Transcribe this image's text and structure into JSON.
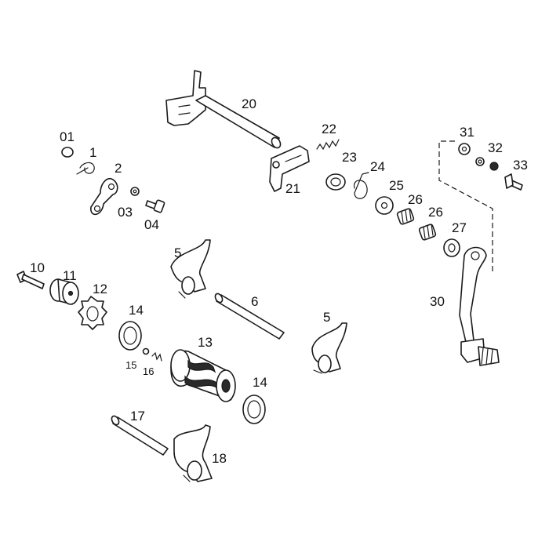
{
  "labels": {
    "p01": "01",
    "p1": "1",
    "p2": "2",
    "p03": "03",
    "p04": "04",
    "p5a": "5",
    "p5b": "5",
    "p6": "6",
    "p10": "10",
    "p11": "11",
    "p12": "12",
    "p13": "13",
    "p14a": "14",
    "p14b": "14",
    "p15": "15",
    "p16": "16",
    "p17": "17",
    "p18": "18",
    "p20": "20",
    "p21": "21",
    "p22": "22",
    "p23": "23",
    "p24": "24",
    "p25": "25",
    "p26a": "26",
    "p26b": "26",
    "p27": "27",
    "p30": "30",
    "p31": "31",
    "p32": "32",
    "p33": "33"
  }
}
